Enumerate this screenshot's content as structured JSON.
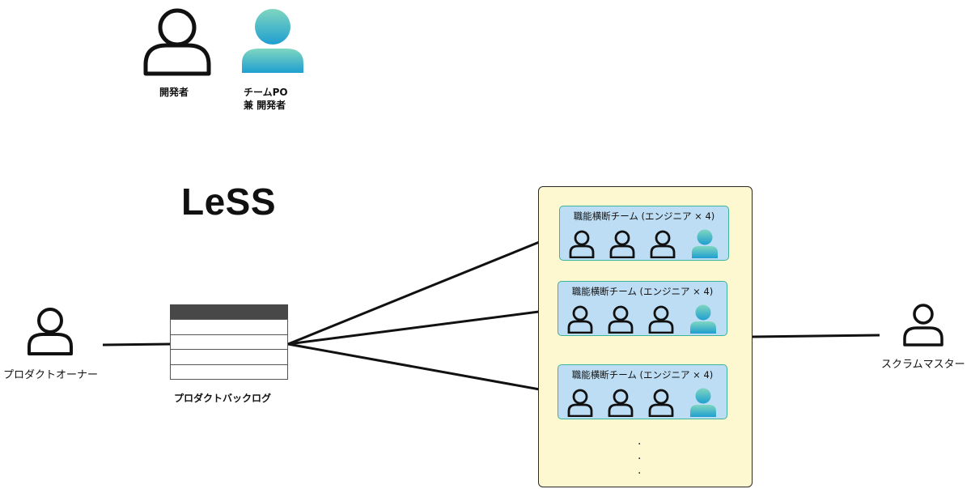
{
  "legend": {
    "developer_label": "開発者",
    "team_po_label_line1": "チームPO",
    "team_po_label_line2": "兼 開発者"
  },
  "title": "LeSS",
  "product_owner": {
    "label": "プロダクトオーナー"
  },
  "product_backlog": {
    "label": "プロダクトバックログ"
  },
  "scrum_master": {
    "label": "スクラムマスター"
  },
  "teams": [
    {
      "title": "職能横断チーム (エンジニア × 4)",
      "developers": 3,
      "team_po": 1
    },
    {
      "title": "職能横断チーム (エンジニア × 4)",
      "developers": 3,
      "team_po": 1
    },
    {
      "title": "職能横断チーム (エンジニア × 4)",
      "developers": 3,
      "team_po": 1
    }
  ],
  "more_teams_indicator": "⋮",
  "colors": {
    "panel_bg": "#fdf8cf",
    "team_bg": "#bdddf5",
    "team_border": "#3cb39a",
    "team_po_gradient_top": "#7fd6c0",
    "team_po_gradient_bottom": "#1f9fd0"
  }
}
